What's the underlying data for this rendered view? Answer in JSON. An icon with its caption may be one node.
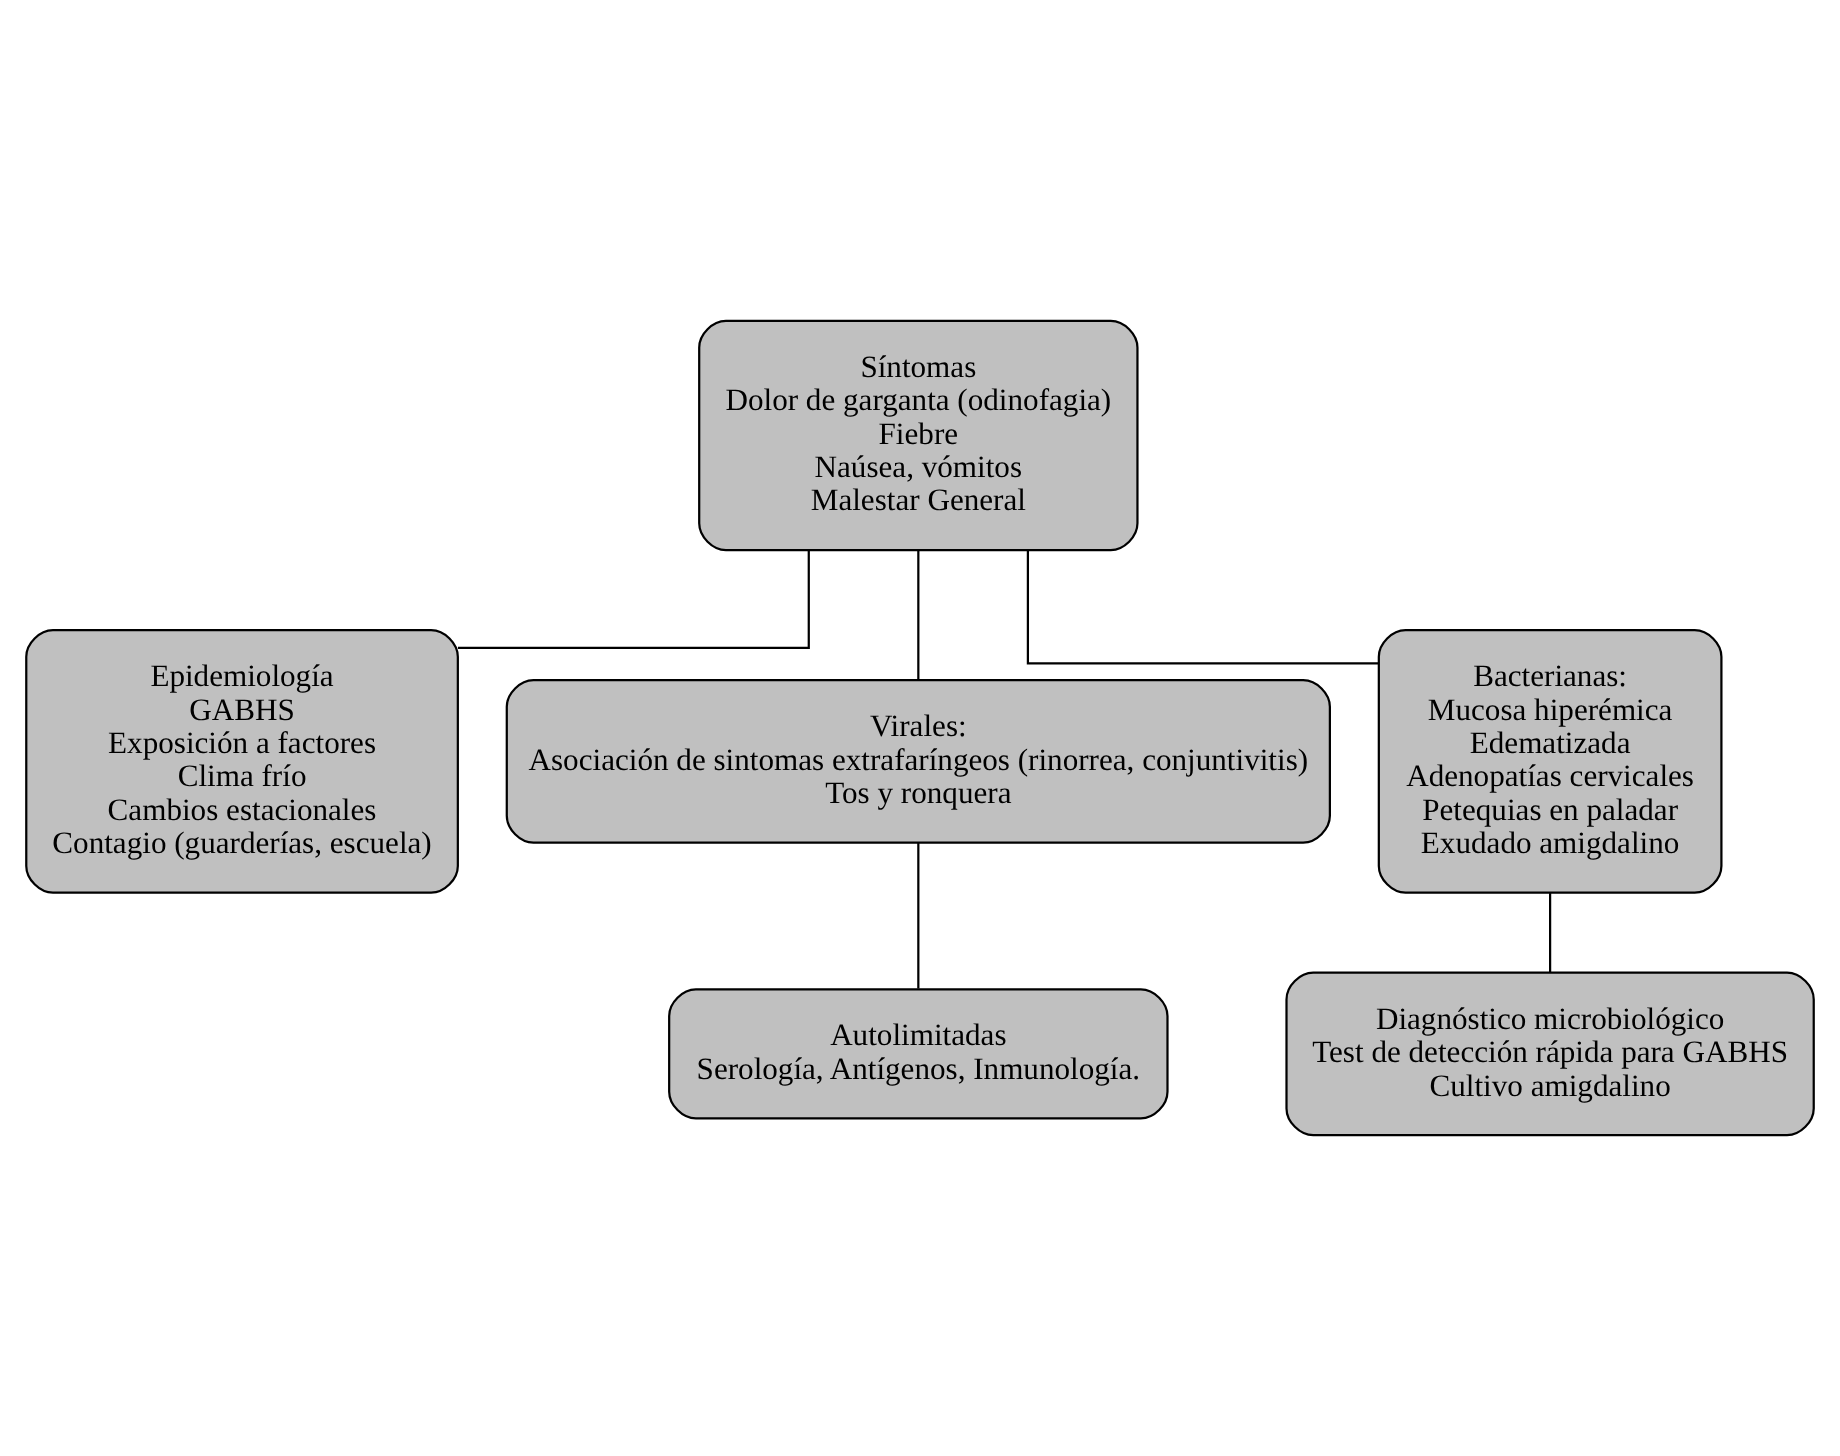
{
  "diagram": {
    "nodes": [
      {
        "text": [
          "Síntomas",
          "Dolor de garganta (odinofagia)",
          "Fiebre",
          "Naúsea, vómitos",
          "Malestar General"
        ]
      },
      {
        "text": [
          "Epidemiología",
          "GABHS",
          "Exposición a factores",
          "Clima frío",
          "Cambios estacionales",
          "Contagio (guarderías, escuela)"
        ]
      },
      {
        "text": [
          "Virales:",
          "Asociación de sintomas extrafaríngeos (rinorrea, conjuntivitis)",
          "Tos y ronquera"
        ]
      },
      {
        "text": [
          "Bacterianas:",
          "Mucosa hiperémica",
          "Edematizada",
          "Adenopatías cervicales",
          "Petequias en paladar",
          "Exudado amigdalino"
        ]
      },
      {
        "text": [
          "Autolimitadas",
          "Serología, Antígenos, Inmunología."
        ]
      },
      {
        "text": [
          "Diagnóstico microbiológico",
          "Test de detección rápida para GABHS",
          "Cultivo amigdalino"
        ]
      }
    ],
    "edges": [
      {
        "from": 0,
        "to": 1,
        "arrow": "none"
      },
      {
        "from": 0,
        "to": 2,
        "arrow": "none"
      },
      {
        "from": 0,
        "to": 3,
        "arrow": "none"
      },
      {
        "from": 2,
        "to": 4,
        "arrow": "none"
      },
      {
        "from": 3,
        "to": 5,
        "arrow": "none"
      }
    ]
  }
}
